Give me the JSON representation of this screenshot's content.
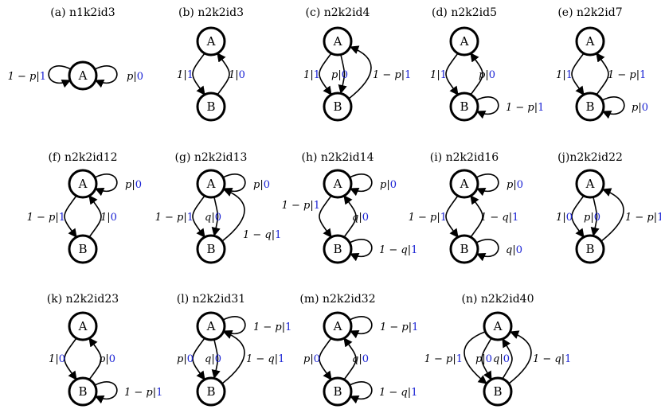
{
  "colors": {
    "output": "#1a22d4",
    "text": "#000000"
  },
  "nodes": {
    "a": "A",
    "b": "B"
  },
  "panels": [
    {
      "title": "(a) n1k2id3",
      "edges": [
        {
          "input": "1 − p",
          "output": "1"
        },
        {
          "input": "p",
          "output": "0"
        }
      ]
    },
    {
      "title": "(b) n2k2id3",
      "edges": [
        {
          "input": "1",
          "output": "1"
        },
        {
          "input": "1",
          "output": "0"
        }
      ]
    },
    {
      "title": "(c) n2k2id4",
      "edges": [
        {
          "input": "1",
          "output": "1"
        },
        {
          "input": "p",
          "output": "0"
        },
        {
          "input": "1 − p",
          "output": "1"
        }
      ]
    },
    {
      "title": "(d) n2k2id5",
      "edges": [
        {
          "input": "1",
          "output": "1"
        },
        {
          "input": "p",
          "output": "0"
        },
        {
          "input": "1 − p",
          "output": "1"
        }
      ]
    },
    {
      "title": "(e) n2k2id7",
      "edges": [
        {
          "input": "1",
          "output": "1"
        },
        {
          "input": "1 − p",
          "output": "1"
        },
        {
          "input": "p",
          "output": "0"
        }
      ]
    },
    {
      "title": "(f) n2k2id12",
      "edges": [
        {
          "input": "p",
          "output": "0"
        },
        {
          "input": "1 − p",
          "output": "1"
        },
        {
          "input": "1",
          "output": "0"
        }
      ]
    },
    {
      "title": "(g) n2k2id13",
      "edges": [
        {
          "input": "p",
          "output": "0"
        },
        {
          "input": "1 − p",
          "output": "1"
        },
        {
          "input": "q",
          "output": "0"
        },
        {
          "input": "1 − q",
          "output": "1"
        }
      ]
    },
    {
      "title": "(h) n2k2id14",
      "edges": [
        {
          "input": "p",
          "output": "0"
        },
        {
          "input": "1 − p",
          "output": "1"
        },
        {
          "input": "q",
          "output": "0"
        },
        {
          "input": "1 − q",
          "output": "1"
        }
      ]
    },
    {
      "title": "(i) n2k2id16",
      "edges": [
        {
          "input": "p",
          "output": "0"
        },
        {
          "input": "1 − p",
          "output": "1"
        },
        {
          "input": "1 − q",
          "output": "1"
        },
        {
          "input": "q",
          "output": "0"
        }
      ]
    },
    {
      "title": "(j)n2k2id22",
      "edges": [
        {
          "input": "1",
          "output": "0"
        },
        {
          "input": "p",
          "output": "0"
        },
        {
          "input": "1 − p",
          "output": "1"
        }
      ]
    },
    {
      "title": "(k) n2k2id23",
      "edges": [
        {
          "input": "1",
          "output": "0"
        },
        {
          "input": "p",
          "output": "0"
        },
        {
          "input": "1 − p",
          "output": "1"
        }
      ]
    },
    {
      "title": "(l) n2k2id31",
      "edges": [
        {
          "input": "1 − p",
          "output": "1"
        },
        {
          "input": "p",
          "output": "0"
        },
        {
          "input": "q",
          "output": "0"
        },
        {
          "input": "1 − q",
          "output": "1"
        }
      ]
    },
    {
      "title": "(m) n2k2id32",
      "edges": [
        {
          "input": "1 − p",
          "output": "1"
        },
        {
          "input": "p",
          "output": "0"
        },
        {
          "input": "q",
          "output": "0"
        },
        {
          "input": "1 − q",
          "output": "1"
        }
      ]
    },
    {
      "title": "(n) n2k2id40",
      "edges": [
        {
          "input": "1 − p",
          "output": "1"
        },
        {
          "input": "p",
          "output": "0"
        },
        {
          "input": "q",
          "output": "0"
        },
        {
          "input": "1 − q",
          "output": "1"
        }
      ]
    }
  ]
}
